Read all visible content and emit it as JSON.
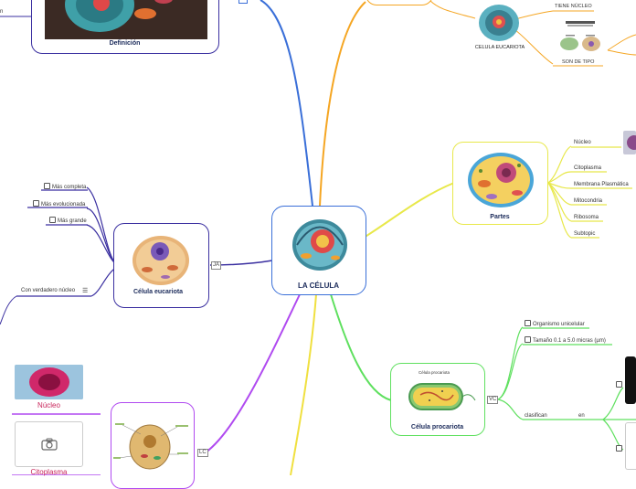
{
  "central": {
    "title": "LA CÉLULA"
  },
  "definicion": {
    "title": "Definición",
    "left_text": "n"
  },
  "eucariota_top": {
    "title": "CELULA EUCARIOTA",
    "tiene_nucleo": "TIENE NÚCLEO",
    "son_de_tipo": "SON DE TIPO"
  },
  "partes": {
    "title": "Partes",
    "items": [
      "Núcleo",
      "Citoplasma",
      "Membrana Plasmática",
      "Mitocondria",
      "Ribosoma",
      "Subtopic"
    ]
  },
  "eucariota": {
    "title": "Célula eucariota",
    "tag": "JA",
    "items": [
      "Más completa",
      "Más evolucionada",
      "Más grande"
    ],
    "nucleo_item": "Con verdadero núcleo"
  },
  "procariota": {
    "title": "Célula procariota",
    "tag": "VC",
    "diagram_title": "Célula procariota",
    "items": [
      "Organismo unicelular",
      "Tamaño 0.1 a 5.0 micras (µm)"
    ],
    "clasifican": "clasifican",
    "en": "en"
  },
  "lc": {
    "tag": "LC",
    "nucleo": "Núcleo",
    "citoplasma": "Citoplasma"
  },
  "colors": {
    "orange": "#f5a623",
    "blue": "#3a6fd8",
    "yellow": "#e8e84a",
    "green": "#5fe05f",
    "purple": "#b04af0",
    "navy": "#3a2fa0",
    "pink": "#c8245a"
  }
}
